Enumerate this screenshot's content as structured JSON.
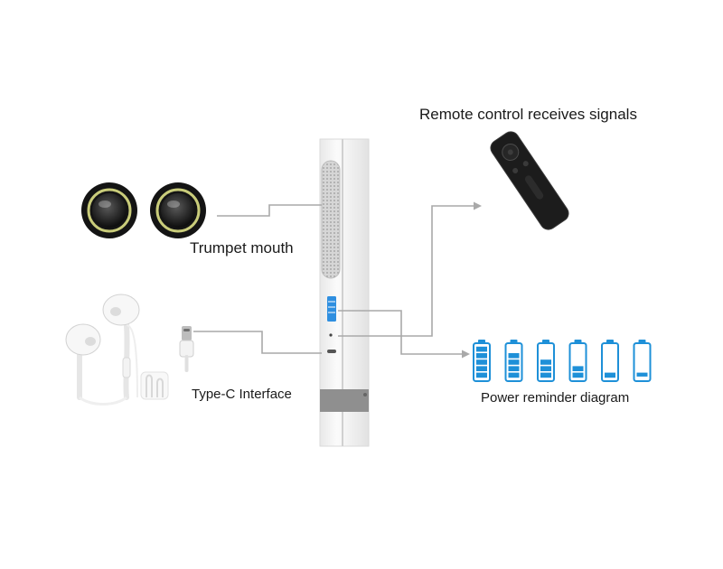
{
  "labels": {
    "remote": "Remote control receives signals",
    "trumpet": "Trumpet mouth",
    "typec": "Type-C Interface",
    "power": "Power reminder diagram"
  },
  "icons": {
    "remote": "remote-control-icon",
    "speaker": "speaker-icon",
    "earphones": "earphones-icon",
    "usb_c": "usb-c-plug-icon",
    "battery": "battery-level-icon"
  },
  "battery_levels": [
    1.0,
    0.8,
    0.6,
    0.4,
    0.2,
    0.1
  ],
  "colors": {
    "battery_accent": "#1e90d8",
    "connector_line": "#a9a9a9",
    "device_body": "#f2f2f2",
    "device_band": "#8f8f8f",
    "remote_body": "#1c1c1c",
    "speaker_ring": "#c9cc7a"
  }
}
